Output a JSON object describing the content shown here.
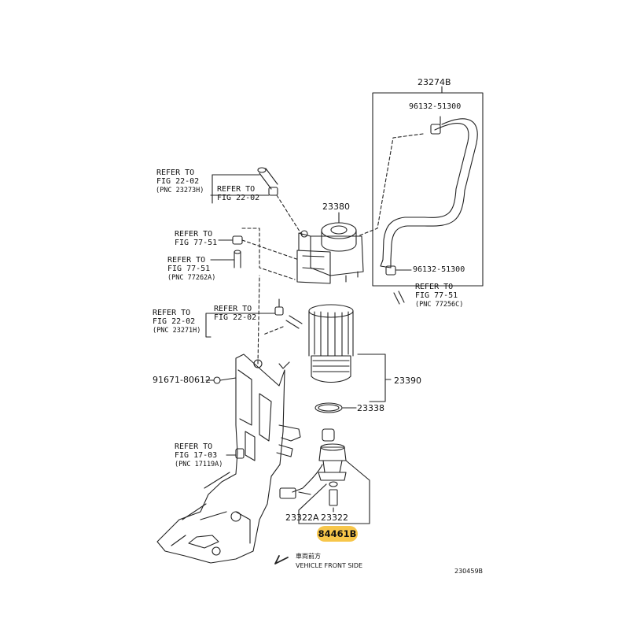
{
  "labels": {
    "part_23274B": "23274B",
    "clip_upper": "96132-51300",
    "clip_lower": "96132-51300",
    "refer_a_line1": "REFER TO",
    "refer_a_line2": "FIG 22-02",
    "refer_a_pnc": "(PNC 23273H)",
    "refer_b_line1": "REFER TO",
    "refer_b_line2": "FIG 22-02",
    "part_23380": "23380",
    "refer_c_line1": "REFER TO",
    "refer_c_line2": "FIG 77-51",
    "refer_d_line1": "REFER TO",
    "refer_d_line2": "FIG 77-51",
    "refer_d_pnc": "(PNC 77262A)",
    "refer_e_line1": "REFER TO",
    "refer_e_line2": "FIG 77-51",
    "refer_e_pnc": "(PNC 77256C)",
    "refer_f_line1": "REFER TO",
    "refer_f_line2": "FIG 22-02",
    "refer_f_pnc": "(PNC 23271H)",
    "refer_g_line1": "REFER TO",
    "refer_g_line2": "FIG 22-02",
    "bolt": "91671-80612",
    "part_23390": "23390",
    "part_23338": "23338",
    "refer_h_line1": "REFER TO",
    "refer_h_line2": "FIG 17-03",
    "refer_h_pnc": "(PNC 17119A)",
    "part_23322A": "23322A",
    "part_23322": "23322",
    "part_84461B": "84461B",
    "front_jp": "車両前方",
    "front_en": "VEHICLE FRONT SIDE",
    "figure_id": "230459B"
  },
  "colors": {
    "line": "#222222",
    "highlight": "#f7c64a",
    "background": "#ffffff"
  }
}
